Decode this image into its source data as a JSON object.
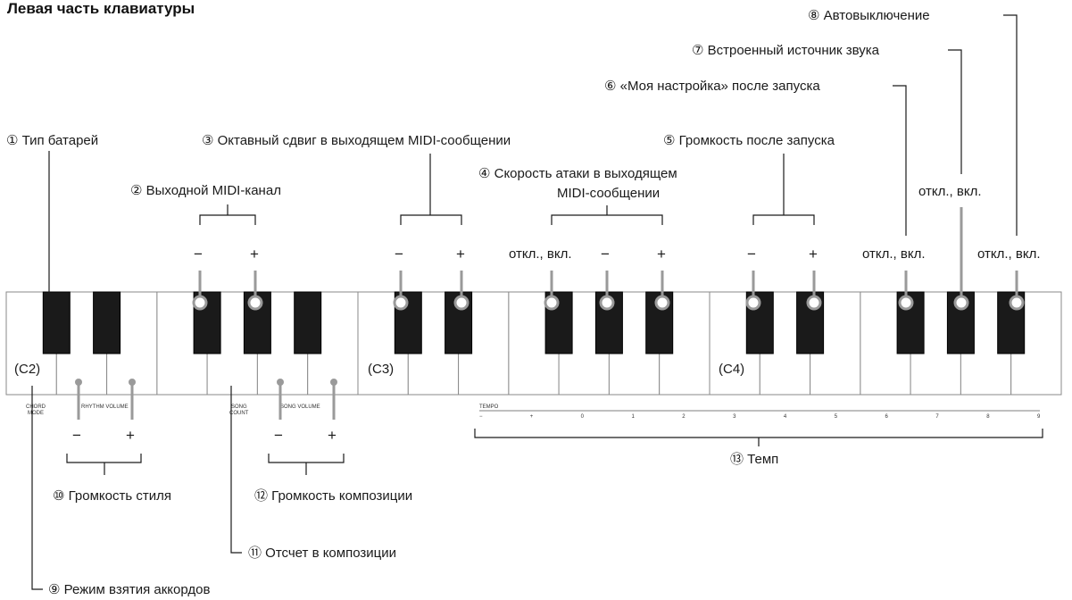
{
  "title": "Левая часть клавиатуры",
  "callouts": {
    "c1": "① Тип батарей",
    "c2": "② Выходной MIDI-канал",
    "c3": "③ Октавный сдвиг в выходящем MIDI-сообщении",
    "c4_line1": "④ Скорость атаки в выходящем",
    "c4_line2": "MIDI-сообщении",
    "c5": "⑤ Громкость после запуска",
    "c6": "⑥ «Моя настройка» после запуска",
    "c7": "⑦ Встроенный источник звука",
    "c8": "⑧ Автовыключение",
    "c9": "⑨ Режим взятия аккордов",
    "c10": "⑩ Громкость стиля",
    "c11": "⑪ Отсчет в композиции",
    "c12": "⑫ Громкость композиции",
    "c13": "⑬ Темп"
  },
  "signs": {
    "minus": "−",
    "plus": "+",
    "off_on": "откл., вкл."
  },
  "octave_labels": [
    "(C2)",
    "(C3)",
    "(C4)"
  ],
  "key_prints": {
    "chord_mode_1": "CHORD",
    "chord_mode_2": "MODE",
    "rhythm_volume": "RHYTHM VOLUME",
    "song_count_1": "SONG",
    "song_count_2": "COUNT",
    "song_volume": "SONG VOLUME",
    "tempo": "TEMPO"
  },
  "tempo_scale": [
    "−",
    "+",
    "0",
    "1",
    "2",
    "3",
    "4",
    "5",
    "6",
    "7",
    "8",
    "9"
  ],
  "colors": {
    "black_key": "#1a1a1a",
    "white_key": "#ffffff",
    "pointer": "#9a9a9a"
  }
}
